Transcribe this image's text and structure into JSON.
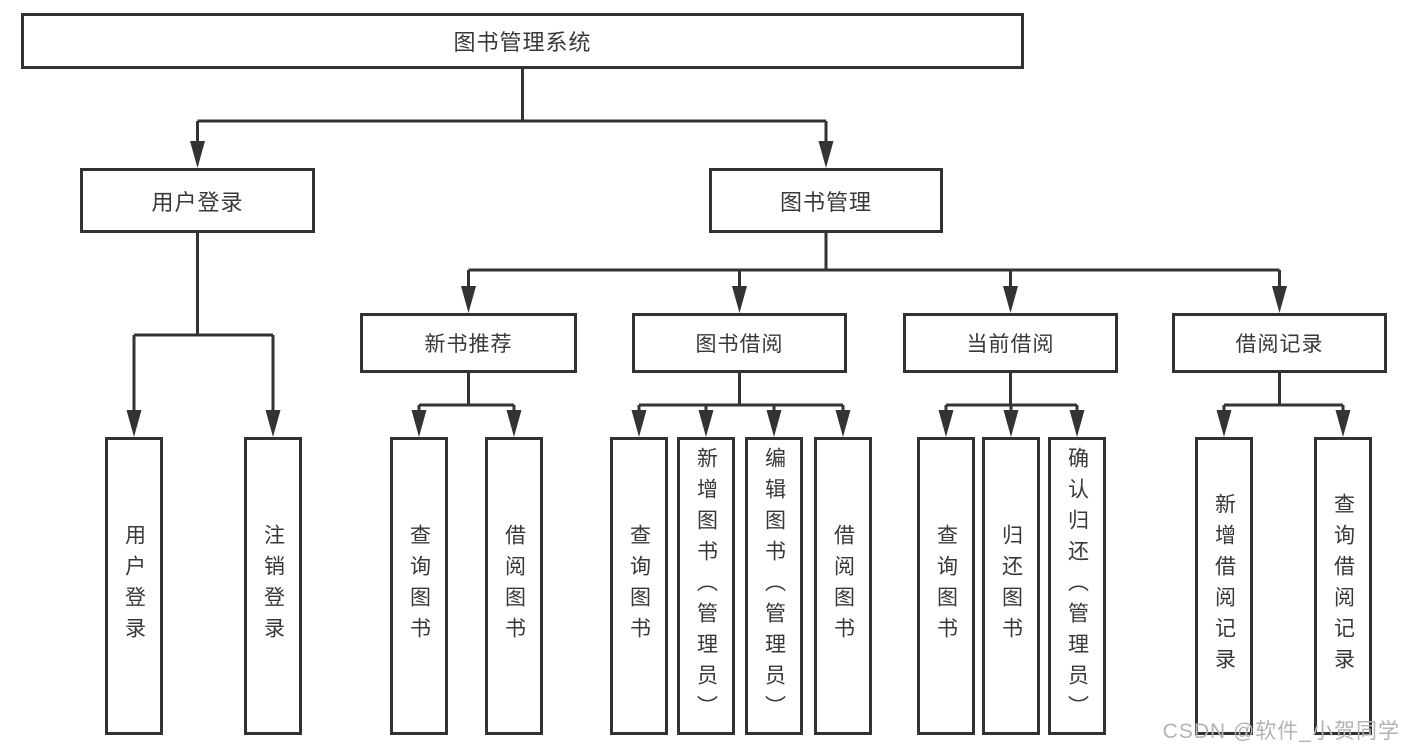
{
  "colors": {
    "line": "#333333",
    "box_border": "#323232",
    "box_background": "#ffffff",
    "text": "#383838",
    "watermark_text": "#b3b3b3"
  },
  "tree": {
    "root": "图书管理系统",
    "level2": [
      "用户登录",
      "图书管理"
    ],
    "level3": [
      "新书推荐",
      "图书借阅",
      "当前借阅",
      "借阅记录"
    ],
    "leaves": {
      "login": [
        "用户登录",
        "注销登录"
      ],
      "recommend": [
        "查询图书",
        "借阅图书"
      ],
      "borrow": [
        "查询图书",
        "新增图书（管理员）",
        "编辑图书（管理员）",
        "借阅图书"
      ],
      "current": [
        "查询图书",
        "归还图书",
        "确认归还（管理员）"
      ],
      "records": [
        "新增借阅记录",
        "查询借阅记录"
      ]
    }
  },
  "watermark": "CSDN @软件_小贺同学"
}
